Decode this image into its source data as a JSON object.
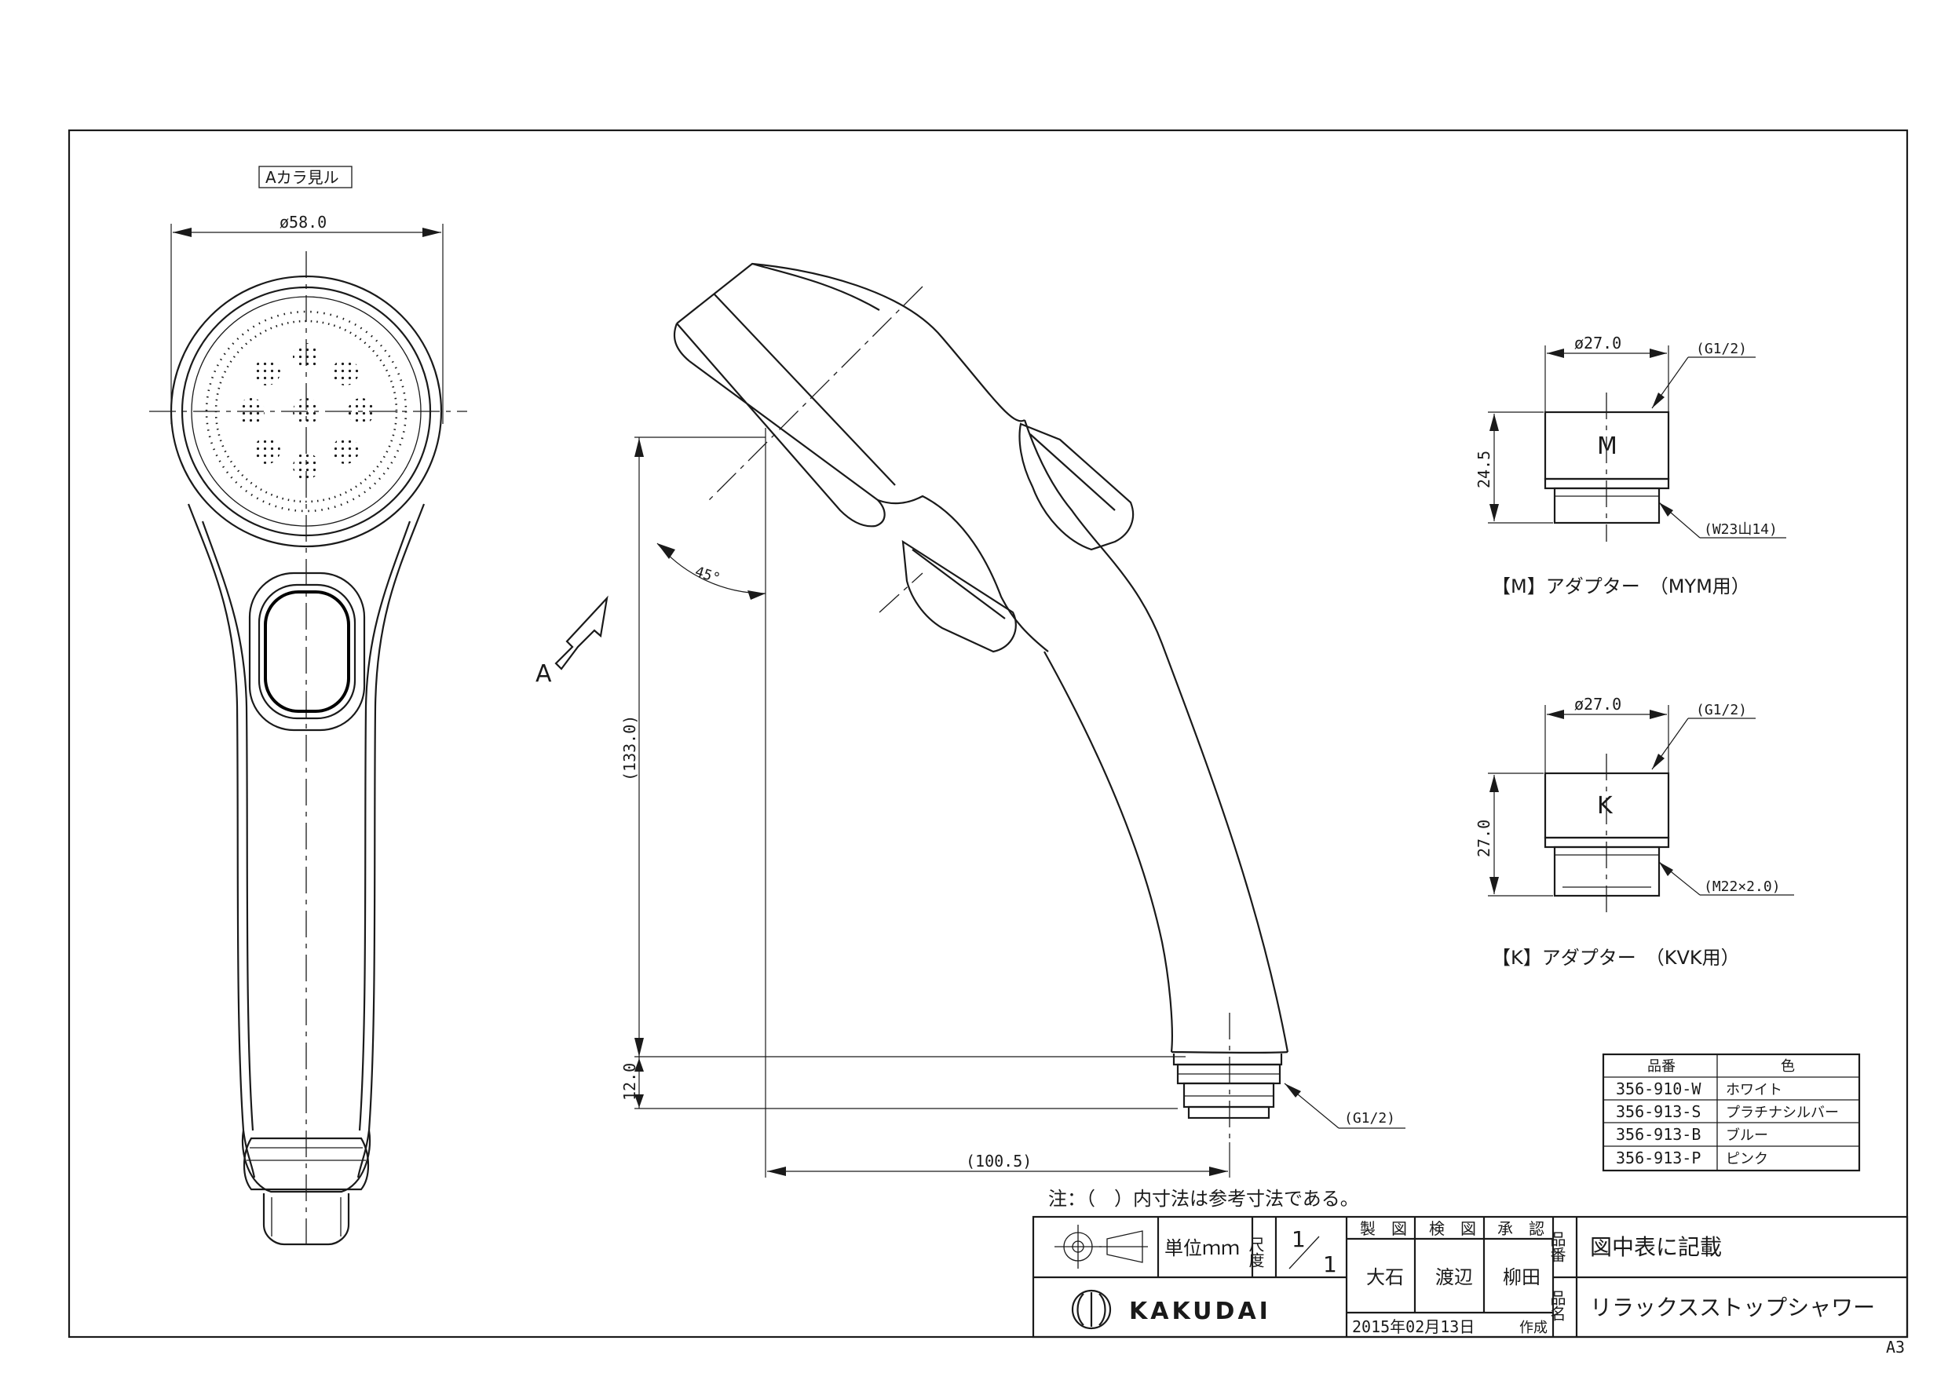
{
  "page": {
    "size_label": "A3"
  },
  "front_view": {
    "view_label": "Aカラ見ル",
    "dim_width": "ø58.0"
  },
  "side_view": {
    "arrow_label": "A",
    "angle": "45°",
    "dim_height": "(133.0)",
    "dim_base": "12.0",
    "dim_offset": "(100.5)",
    "thread": "(G1/2)"
  },
  "adapter_m": {
    "dim_dia": "ø27.0",
    "dim_height": "24.5",
    "letter": "M",
    "thread_top": "(G1/2)",
    "thread_bottom": "(W23山14)",
    "caption": "【M】アダプター　（MYM用）"
  },
  "adapter_k": {
    "dim_dia": "ø27.0",
    "dim_height": "27.0",
    "letter": "K",
    "thread_top": "(G1/2)",
    "thread_bottom": "(M22×2.0)",
    "caption": "【K】アダプター　（KVK用）"
  },
  "color_table": {
    "headers": [
      "品番",
      "色"
    ],
    "rows": [
      [
        "356-910-W",
        "ホワイト"
      ],
      [
        "356-913-S",
        "プラチナシルバー"
      ],
      [
        "356-913-B",
        "ブルー"
      ],
      [
        "356-913-P",
        "ピンク"
      ]
    ]
  },
  "note": "注：（　）内寸法は参考寸法である。",
  "title_block": {
    "unit_label": "単位ｍｍ",
    "scale_label": "尺度",
    "scale_num": "1",
    "scale_den": "1",
    "drawn_header": "製　図",
    "checked_header": "検　図",
    "approved_header": "承　認",
    "drawn_by": "大石",
    "checked_by": "渡辺",
    "approved_by": "柳田",
    "part_no_label": "品番",
    "part_no_value": "図中表に記載",
    "name_label": "品名",
    "name_value": "リラックスストップシャワー",
    "date": "2015年02月13日",
    "created": "作成",
    "logo": "KAKUDAI"
  }
}
